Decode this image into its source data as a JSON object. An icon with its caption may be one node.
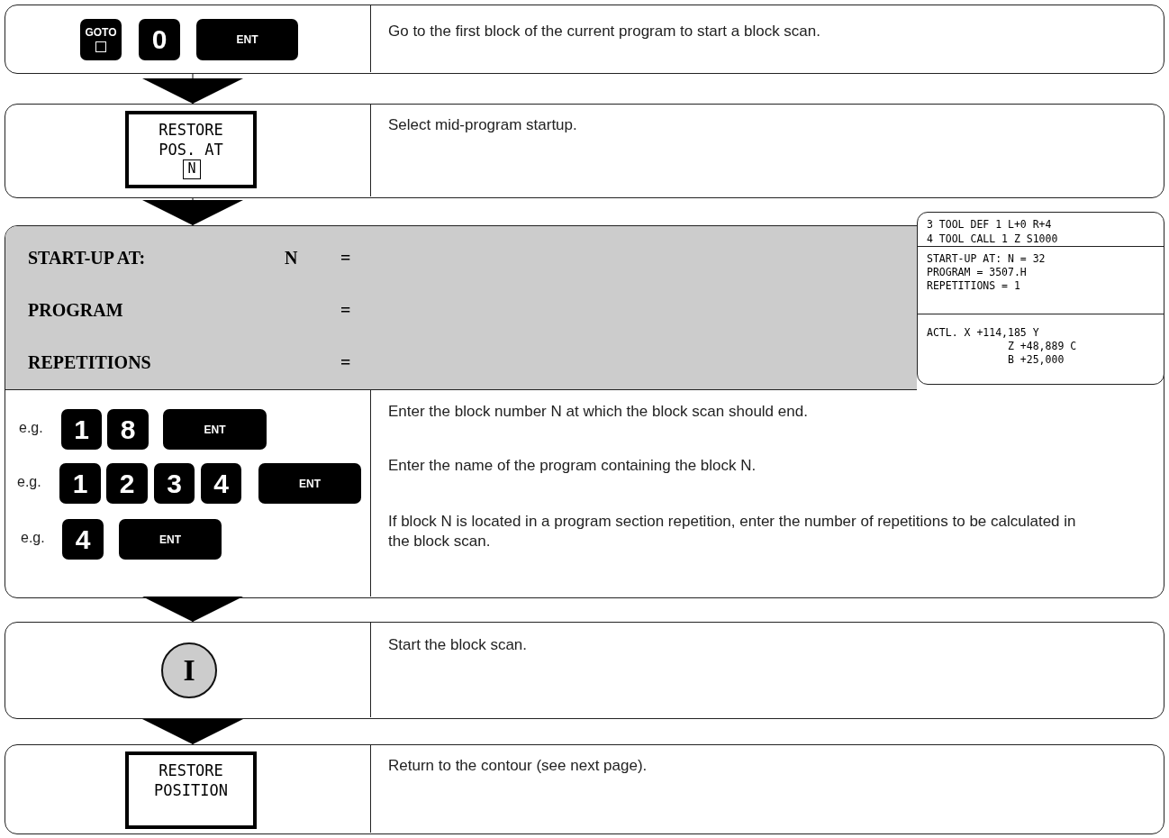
{
  "diagram": {
    "nodes": [
      {
        "text": [
          "Go to the first block of the current program to start a block scan."
        ]
      },
      {
        "text": [
          "GOTO"
        ],
        "in": 0
      },
      {
        "text": [
          "0"
        ],
        "in": 0
      },
      {
        "text": [
          "ENT"
        ],
        "in": 0
      },
      {
        "text": [
          "Select mid-program startup."
        ]
      },
      {
        "text": [
          "RESTORE POS. AT"
        ],
        "in": 4
      },
      {
        "text": [
          "N"
        ],
        "in": 5
      },
      {
        "text": [
          "Enter the block number N at which the block scan should end.",
          "Enter the name of the program containing the block N.",
          "If block N is located in a program section repetition, enter the number of repetitions to be calculated in the block scan."
        ]
      },
      {
        "text": [
          "START-UP AT:",
          "N",
          "=",
          "PROGRAM",
          "=",
          "REPETITIONS",
          "="
        ],
        "in": 7
      },
      {
        "text": [
          "3 TOOL DEF 1 L+0 R+4",
          "4 TOOL CALL 1 Z S1000",
          "START-UP AT: N = 32",
          "PROGRAM = 3507.H",
          "REPETITIONS = 1",
          "ACTL. X +114,185 Y",
          "Z +48,889 C",
          "B +25,000"
        ]
      },
      {
        "text": [
          "1"
        ],
        "in": 7
      },
      {
        "text": [
          "8"
        ],
        "in": 7
      },
      {
        "text": [
          "ENT"
        ],
        "in": 7
      },
      {
        "text": [
          "1"
        ],
        "in": 7
      },
      {
        "text": [
          "2"
        ],
        "in": 7
      },
      {
        "text": [
          "3"
        ],
        "in": 7
      },
      {
        "text": [
          "4"
        ],
        "in": 7
      },
      {
        "text": [
          "ENT"
        ],
        "in": 7
      },
      {
        "text": [
          "4"
        ],
        "in": 7
      },
      {
        "text": [
          "ENT"
        ],
        "in": 7
      },
      {
        "text": [
          "Start the block scan."
        ]
      },
      {
        "text": [
          "I"
        ],
        "in": 20
      },
      {
        "text": [
          "Return to the contour (see next page)."
        ]
      },
      {
        "text": [
          "RESTORE POSITION"
        ],
        "in": 22
      }
    ],
    "edges": [
      {
        "from": 0,
        "to": 4,
        "arrow": "to"
      },
      {
        "from": 4,
        "to": 7,
        "arrow": "to"
      },
      {
        "from": 7,
        "to": 20,
        "arrow": "to"
      },
      {
        "from": 20,
        "to": 22,
        "arrow": "to"
      }
    ],
    "labels": [
      "e.g.",
      "e.g.",
      "e.g."
    ]
  }
}
